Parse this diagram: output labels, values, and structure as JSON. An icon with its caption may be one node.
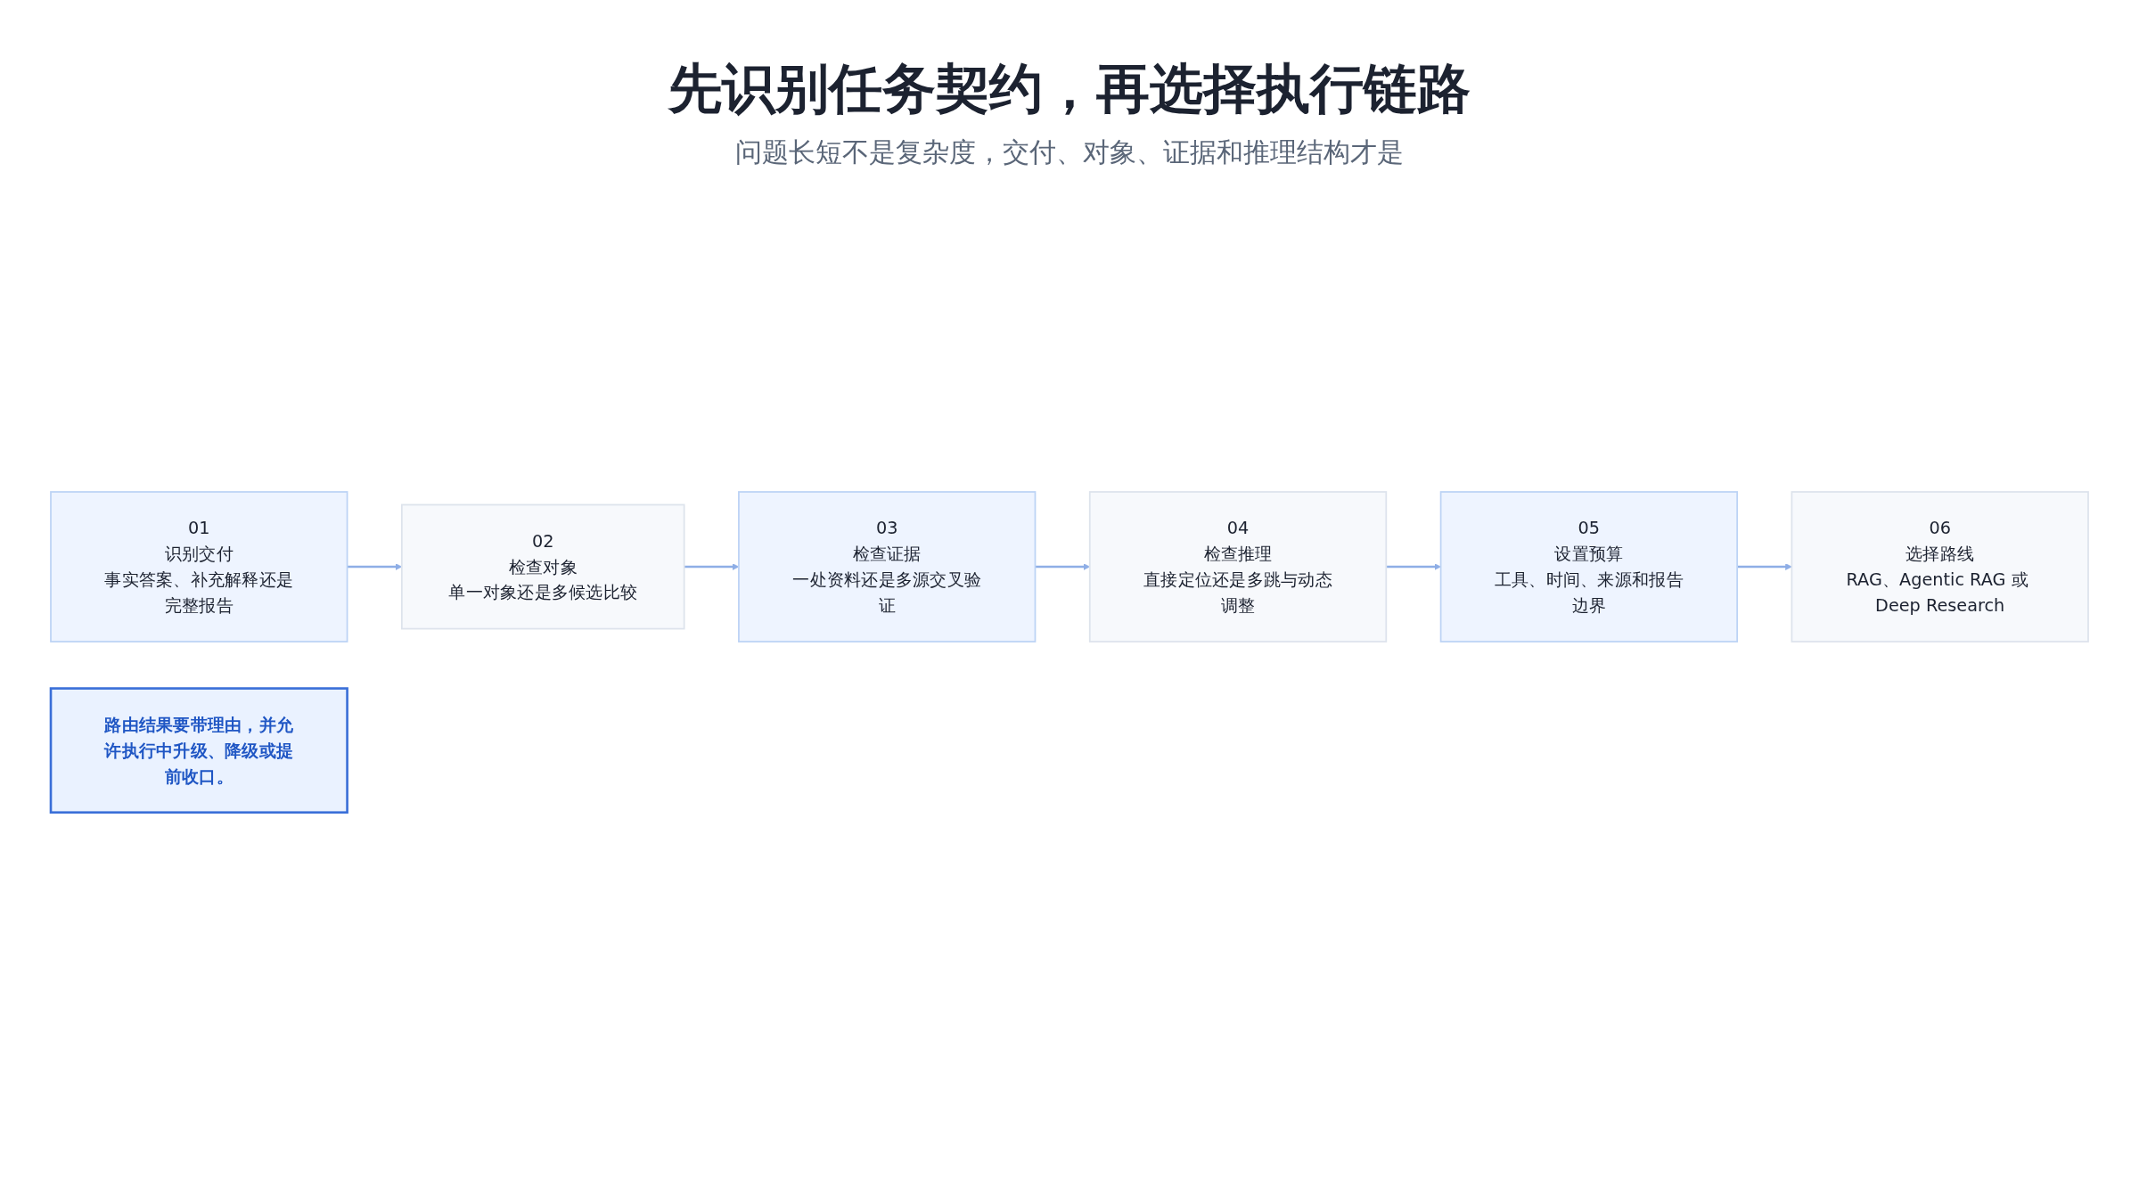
{
  "diagram": {
    "title": "先识别任务契约，再选择执行链路",
    "nodes": [
      {
        "text": [
          "01",
          "识别交付",
          "事实答案、补充解释还是完整报告"
        ]
      },
      {
        "text": [
          "02",
          "检查对象",
          "单一对象还是多候选比较"
        ]
      },
      {
        "text": [
          "03",
          "检查证据",
          "一处资料还是多源交叉验证"
        ]
      },
      {
        "text": [
          "04",
          "检查推理",
          "直接定位还是多跳与动态调整"
        ]
      },
      {
        "text": [
          "05",
          "设置预算",
          "工具、时间、来源和报告边界"
        ]
      },
      {
        "text": [
          "06",
          "选择路线",
          "RAG、Agentic RAG 或 Deep Research"
        ]
      },
      {
        "text": [
          "路由结果要带理由，并允许执行中升级、降级或提前收口。"
        ]
      }
    ],
    "edges": [
      {
        "from": 0,
        "to": 1,
        "arrow": "to"
      },
      {
        "from": 1,
        "to": 2,
        "arrow": "to"
      },
      {
        "from": 2,
        "to": 3,
        "arrow": "to"
      },
      {
        "from": 3,
        "to": 4,
        "arrow": "to"
      },
      {
        "from": 4,
        "to": 5,
        "arrow": "to"
      }
    ],
    "labels": [
      "问题长短不是复杂度，交付、对象、证据和推理结构才是"
    ]
  }
}
